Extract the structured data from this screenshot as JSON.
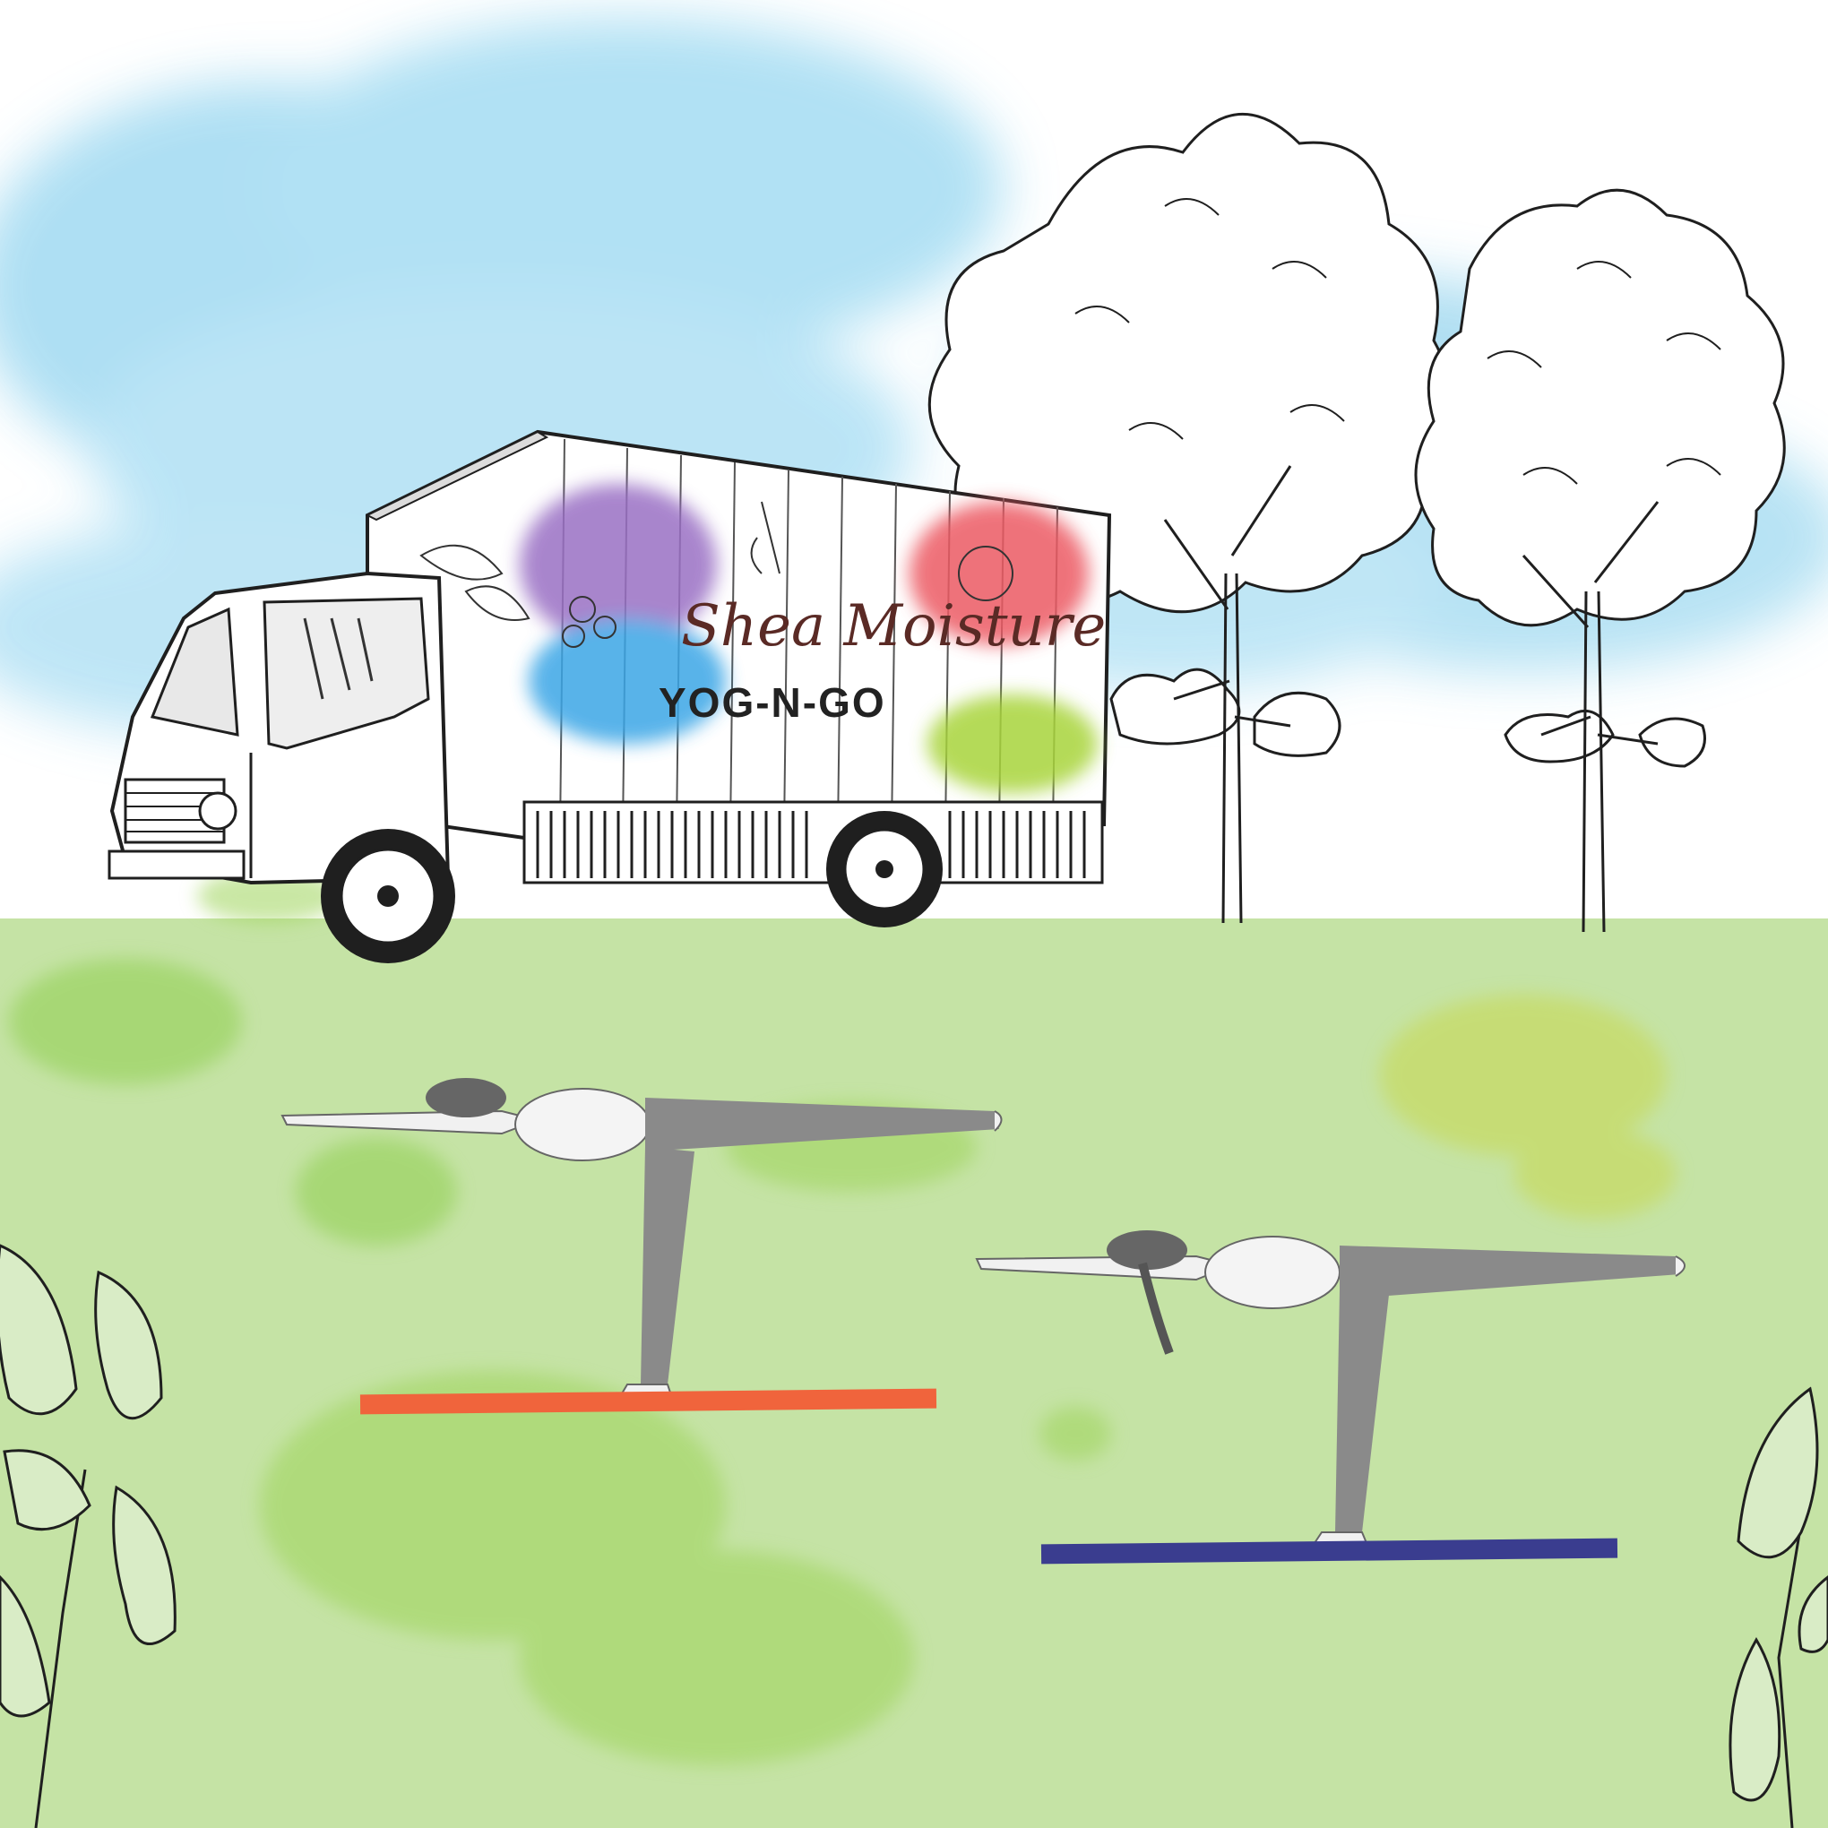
{
  "scene": {
    "colors": {
      "sky_wash": "#9fd8f0",
      "grass": "#c5e3a5",
      "grass_splash": "#8fcf4f",
      "ink": "#1f1f1f",
      "mat_orange": "#f0643c",
      "mat_navy": "#3a3d8f"
    }
  },
  "truck": {
    "brand_script": "Shea Moisture",
    "brand_wordmark": "YOG-N-GO",
    "splash_colors": [
      "#9a6fc4",
      "#3ba6e6",
      "#ec5a63",
      "#a8d43a"
    ]
  },
  "figures": [
    {
      "pose": "warrior-three",
      "mat_color": "#f0643c"
    },
    {
      "pose": "warrior-three",
      "mat_color": "#3a3d8f"
    }
  ],
  "decor": {
    "trees": [
      "tree-left",
      "tree-right"
    ],
    "leaves": [
      "leaf-branch-left",
      "leaf-branch-right"
    ]
  }
}
